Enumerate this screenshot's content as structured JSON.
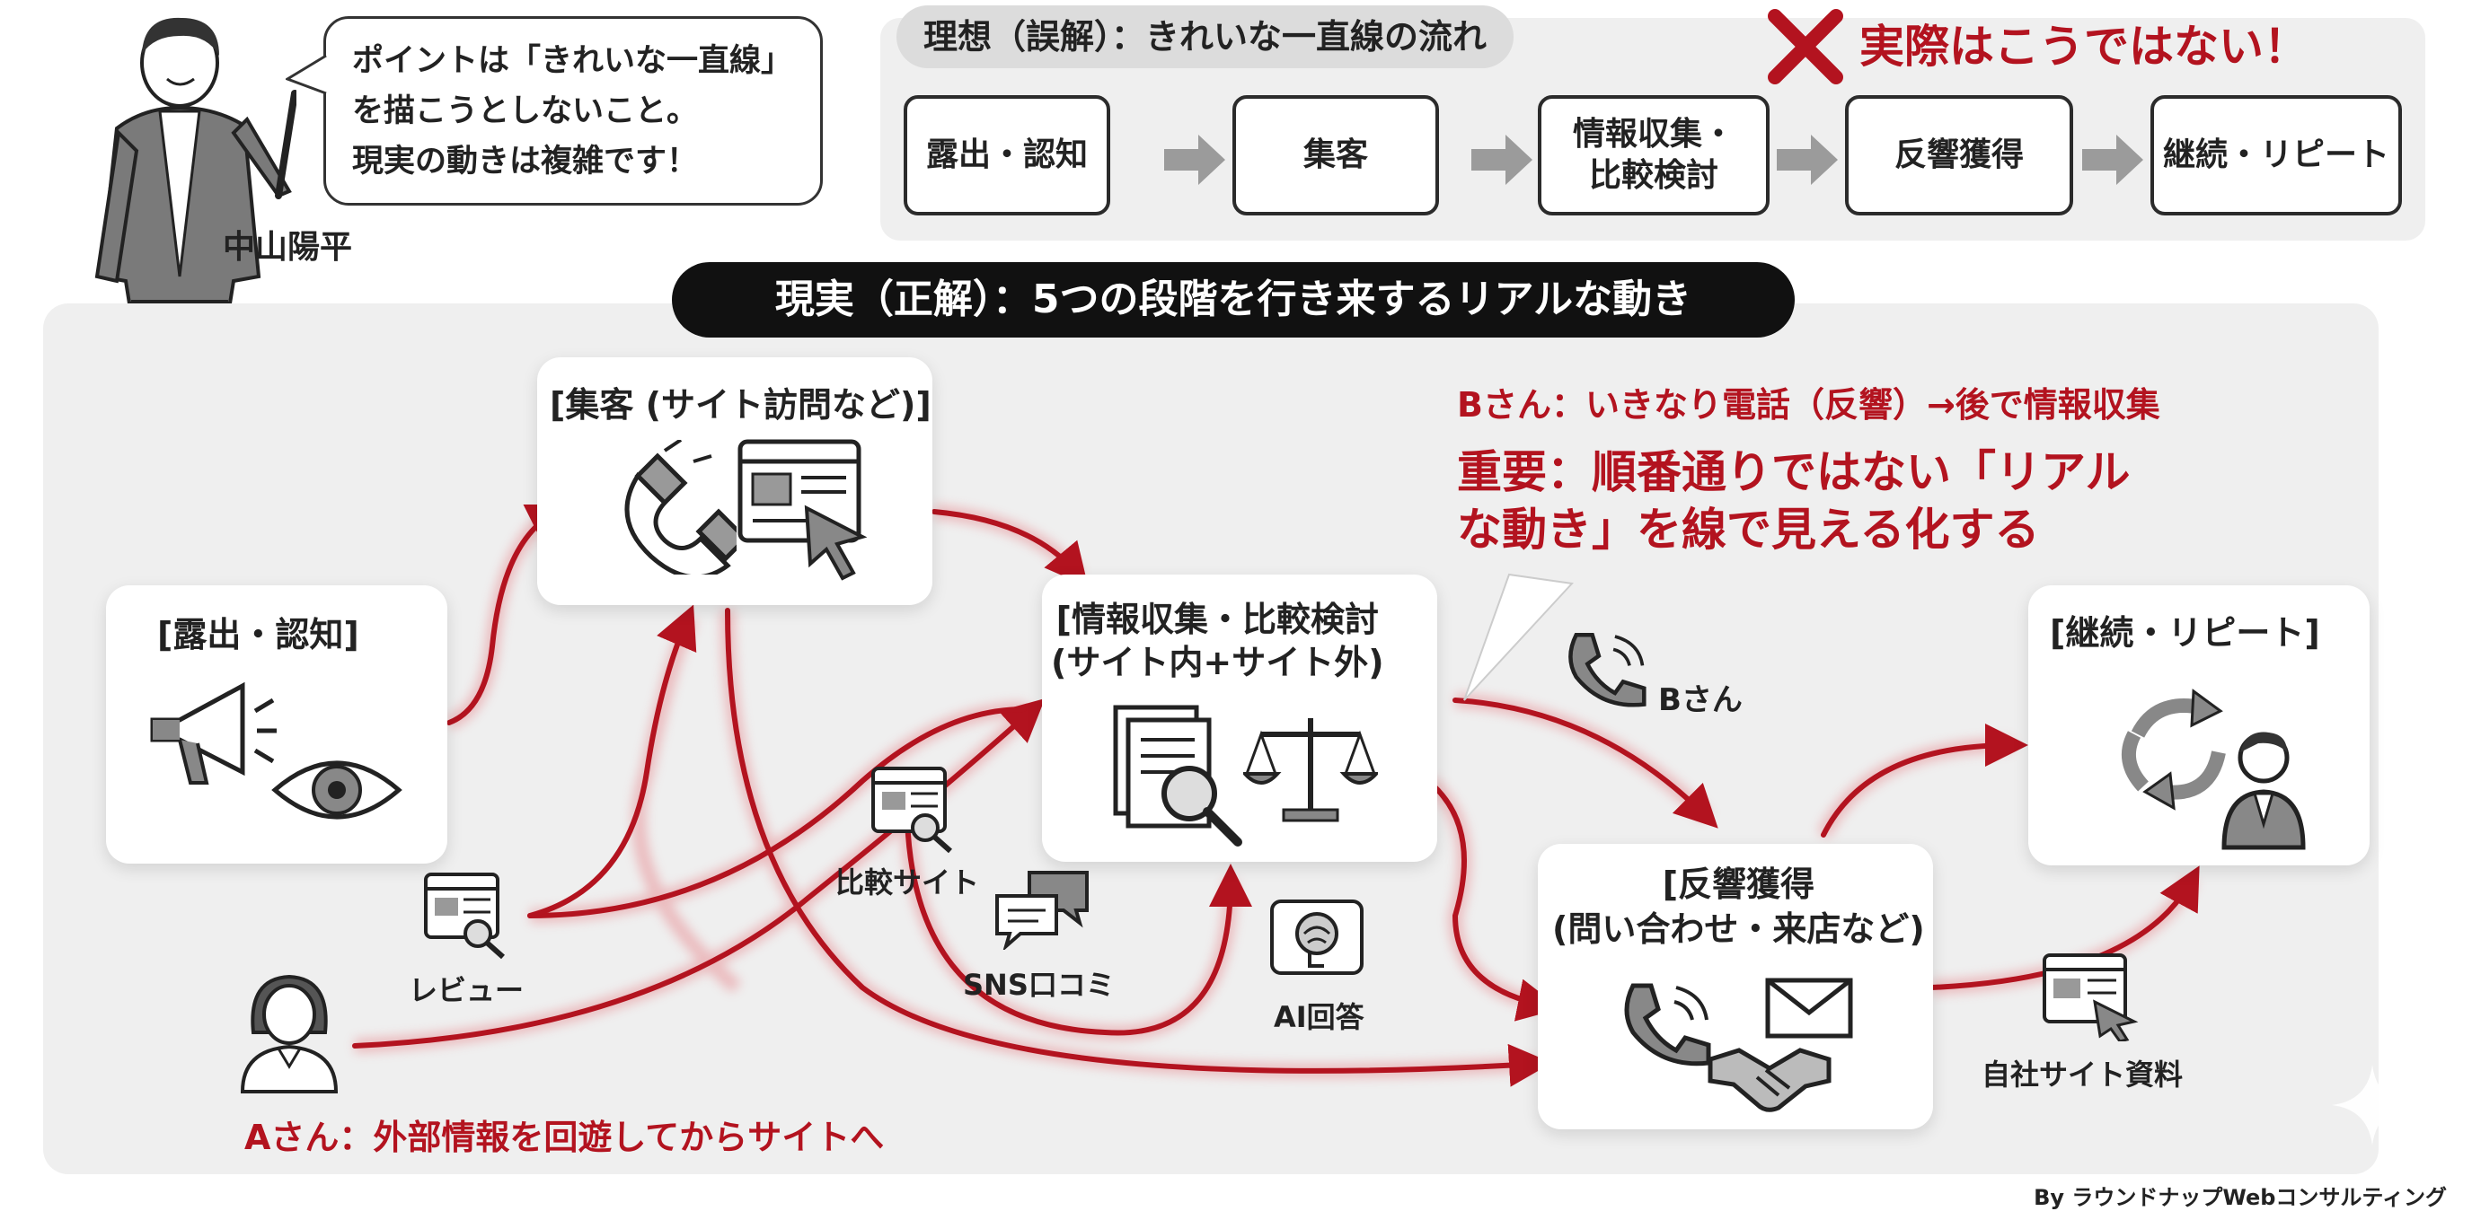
{
  "ideal": {
    "title": "理想（誤解）：きれいな一直線の流れ",
    "not_label": "実際はこうではない！",
    "steps": [
      "露出・認知",
      "集客",
      "情報収集・\n比較検討",
      "反響獲得",
      "継続・リピート"
    ]
  },
  "presenter": {
    "bubble_text": "ポイントは「きれいな一直線」\nを描こうとしないこと。\n現実の動きは複雑です！",
    "name": "中山陽平"
  },
  "reality": {
    "title": "現実（正解）：5つの段階を行き来するリアルな動き",
    "stages": {
      "exposure": "[露出・認知]",
      "attract": "[集客 (サイト訪問など)]",
      "info": "[情報収集・比較検討\n(サイト内+サイト外)",
      "response": "[反響獲得\n(問い合わせ・来店など)",
      "repeat": "[継続・リピート]"
    },
    "sources": {
      "review": "レビュー",
      "compare_site": "比較サイト",
      "sns": "SNS口コミ",
      "ai": "AI回答",
      "own_site": "自社サイト資料"
    },
    "person_b_label": "Bさん",
    "note_b": "Bさん：いきなり電話（反響）→後で情報収集",
    "important": "重要：順番通りではない「リアル\nな動き」を線で見える化する",
    "note_a": "Aさん：外部情報を回遊してからサイトへ"
  },
  "credit": "By ラウンドナップWebコンサルティング",
  "colors": {
    "accent_red": "#b3131f",
    "panel_gray": "#efefef",
    "dark": "#111111"
  },
  "icons": [
    "presenter-figure-icon",
    "magnet-icon",
    "browser-cursor-icon",
    "megaphone-icon",
    "eye-icon",
    "document-magnifier-icon",
    "scale-icon",
    "phone-icon",
    "envelope-icon",
    "handshake-icon",
    "refresh-cycle-icon",
    "businessman-icon",
    "woman-avatar-icon",
    "chat-bubbles-icon",
    "ai-brain-icon",
    "cross-mark-icon"
  ]
}
